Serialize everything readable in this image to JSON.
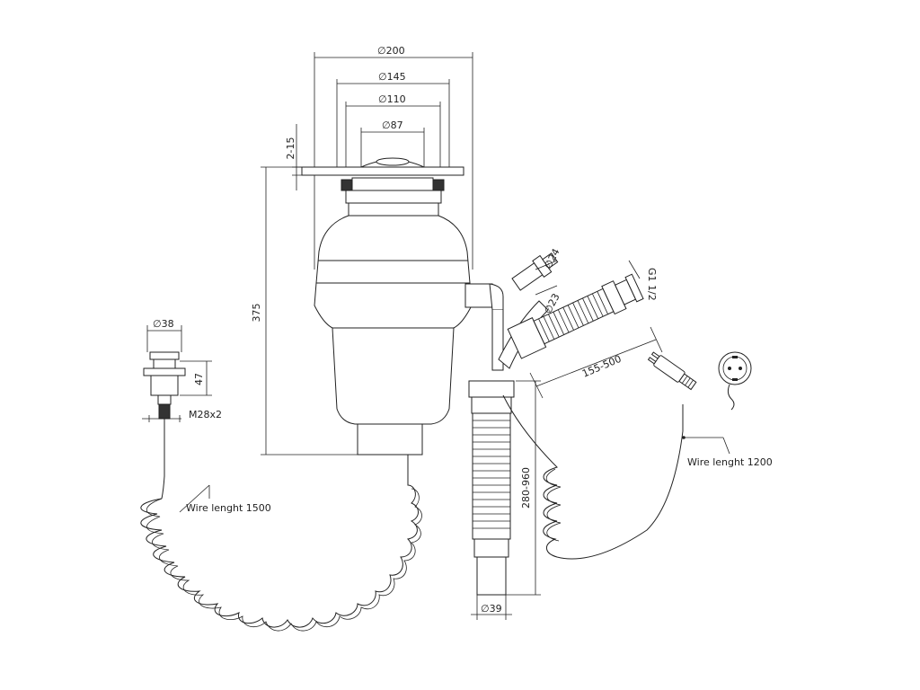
{
  "dimensions": {
    "flange_outer": "∅200",
    "flange_mid": "∅145",
    "flange_inner": "∅110",
    "flange_drain": "∅87",
    "flange_gap": "2-15",
    "height": "375",
    "button_diameter": "∅38",
    "button_height": "47",
    "button_thread": "M28x2",
    "inlet_d24": "∅24",
    "inlet_d23": "∅23",
    "hose_thread": "G1 1/2",
    "hose_length": "155-500",
    "drain_pipe_length": "280-960",
    "drain_pipe_diameter": "∅39"
  },
  "labels": {
    "button_wire": "Wire lenght 1500",
    "power_wire": "Wire lenght 1200"
  },
  "icons": [
    "air-switch-button-icon",
    "schuko-plug-icon",
    "plug-socket-icon"
  ]
}
